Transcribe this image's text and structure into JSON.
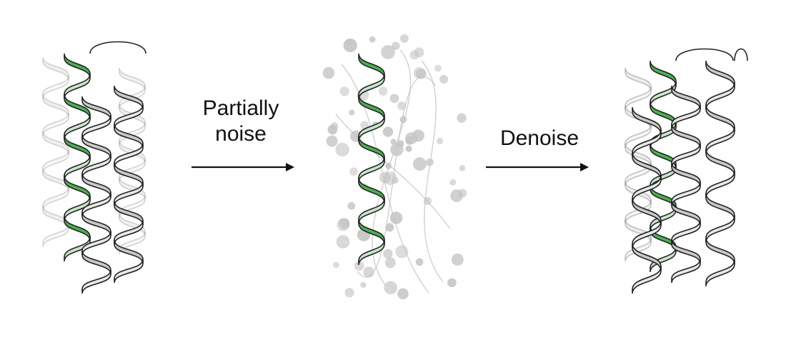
{
  "steps": {
    "partial_noise": {
      "line1": "Partially",
      "line2": "noise"
    },
    "denoise": {
      "label": "Denoise"
    }
  },
  "colors": {
    "motif_green": "#4caf50",
    "motif_green_light": "#c8e6c9",
    "scaffold_gray": "#c9c9c9",
    "scaffold_gray_light": "#e6e6e6",
    "outline": "#222222",
    "noise_atom": "#c4c4c4",
    "arrow": "#111111"
  },
  "icons": {
    "input": "helix-bundle-with-motif-icon",
    "noised": "noised-helix-structure-icon",
    "output": "denoised-helix-bundle-icon"
  }
}
